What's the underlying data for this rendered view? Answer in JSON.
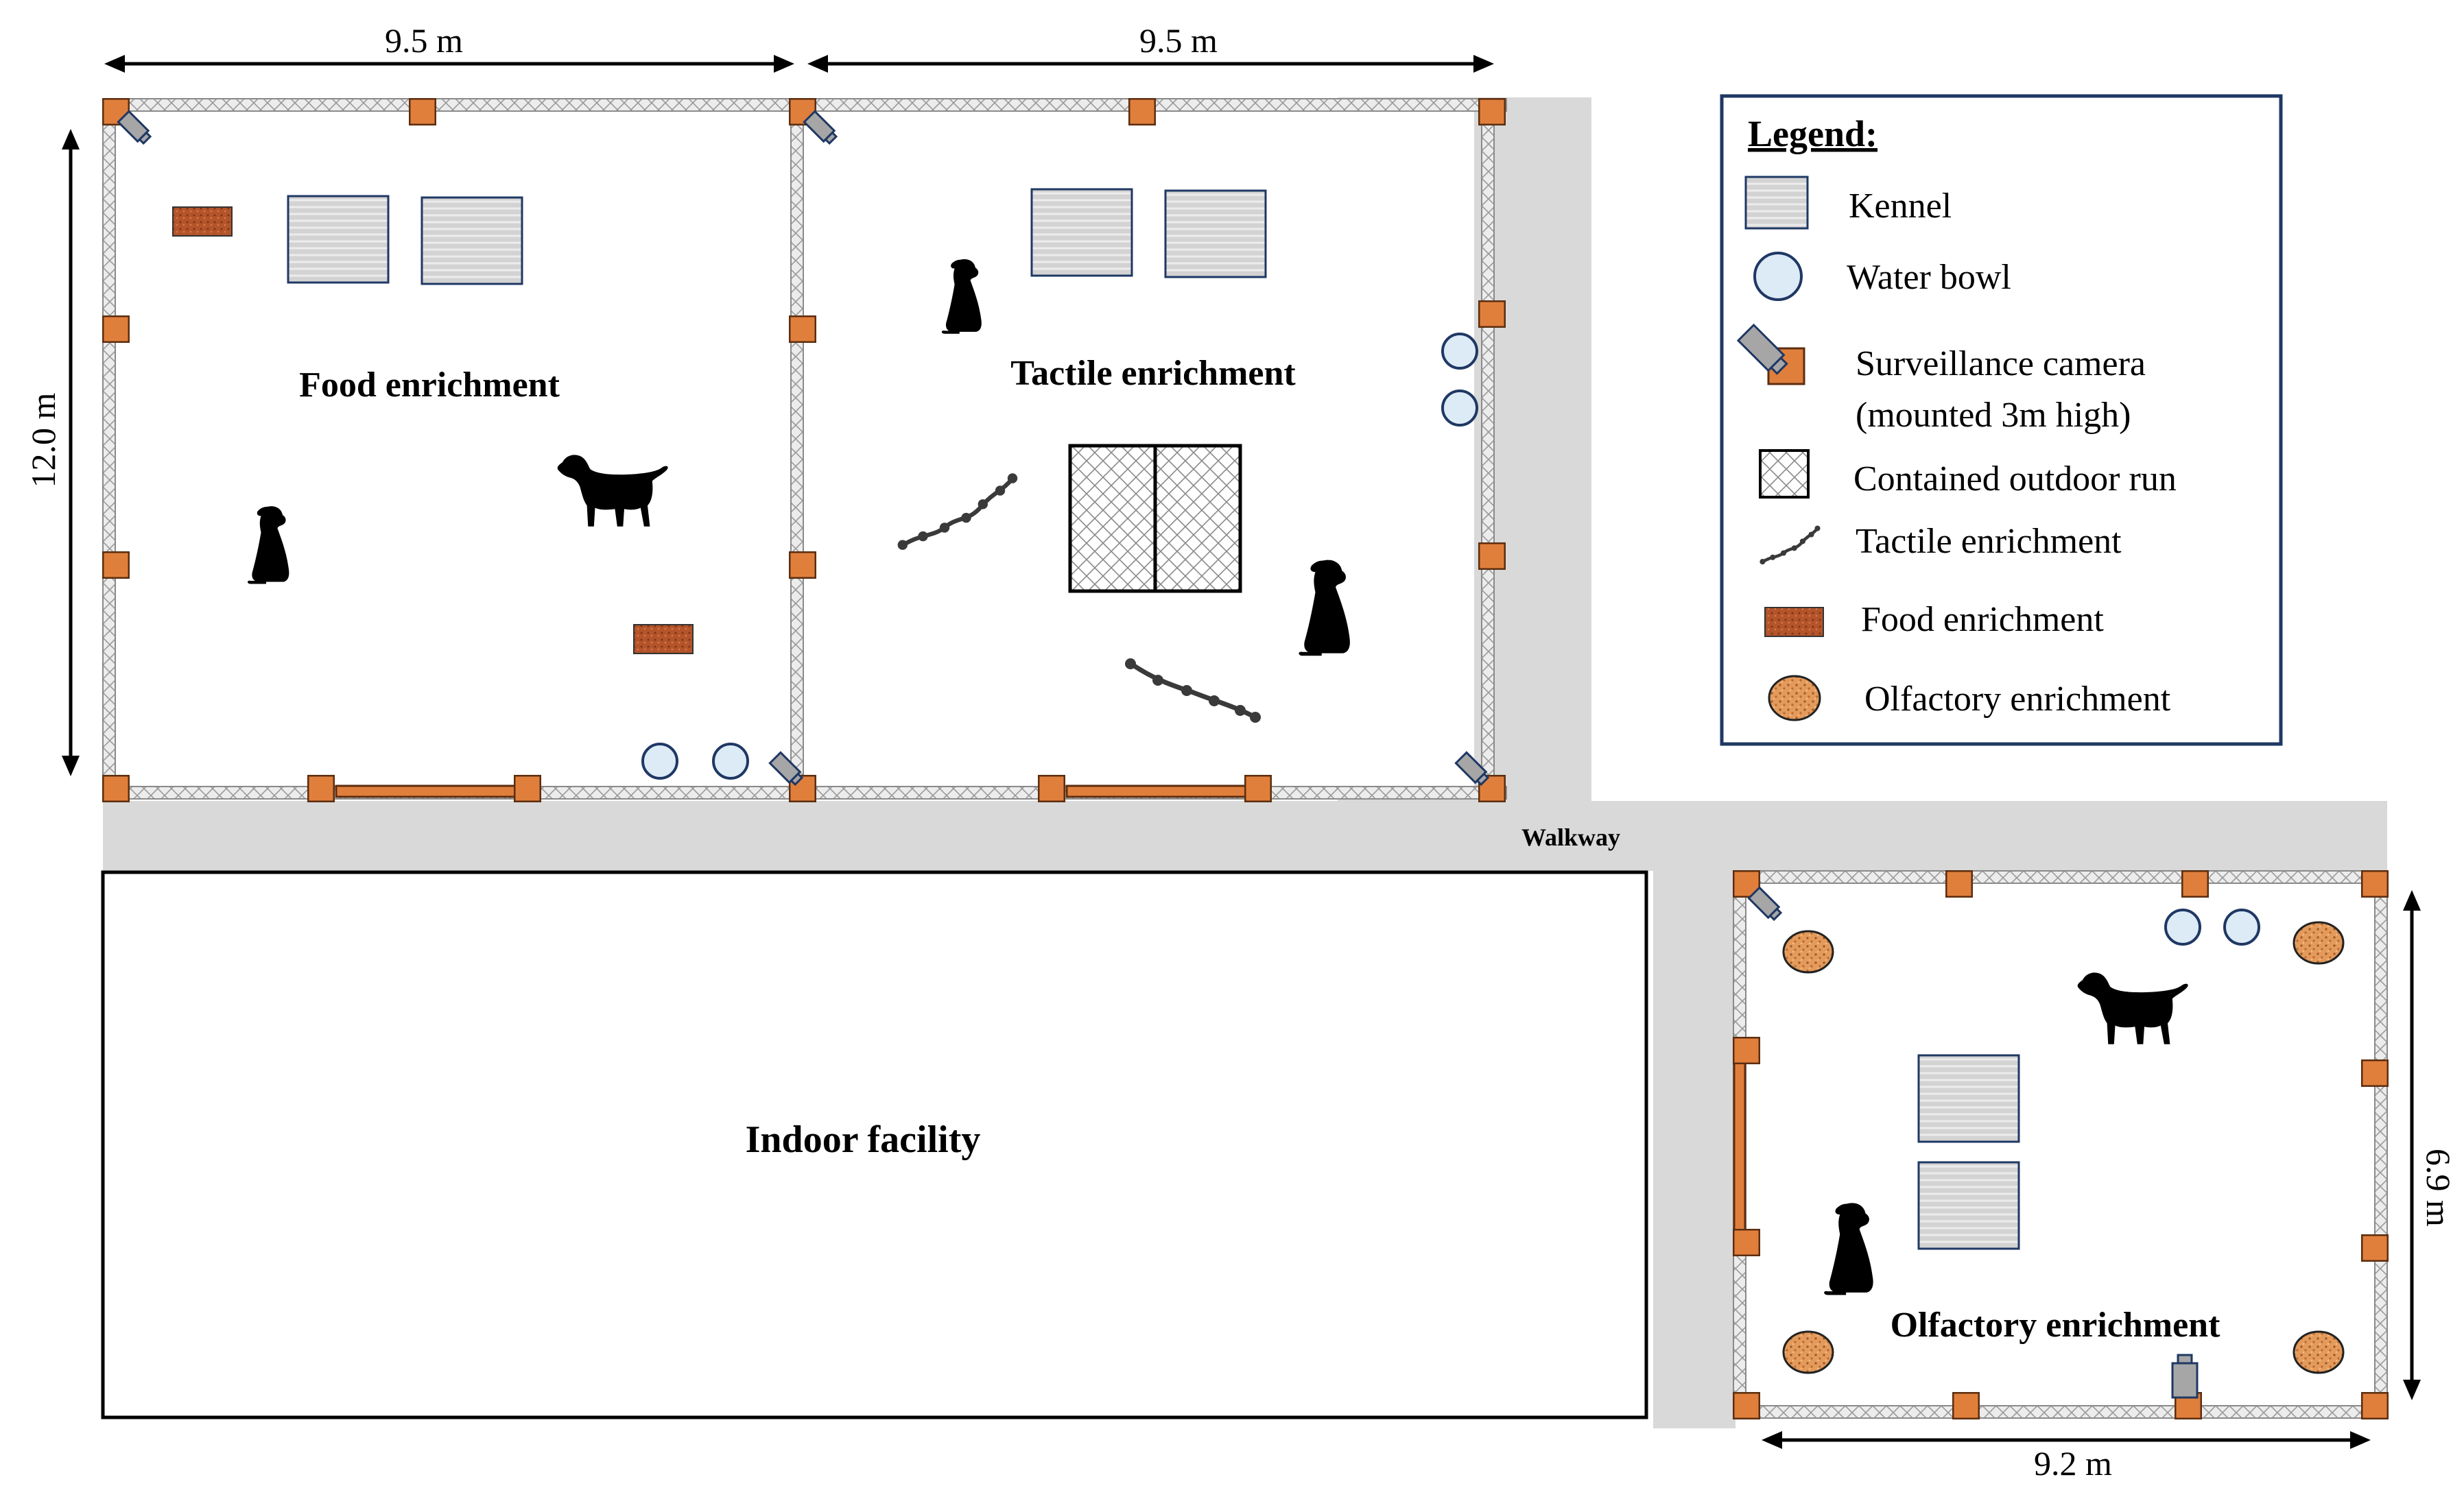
{
  "dimensions": {
    "food_width": "9.5 m",
    "tactile_width": "9.5 m",
    "height": "12.0 m",
    "olfactory_height": "6.9 m",
    "olfactory_width": "9.2 m"
  },
  "areas": {
    "food": "Food enrichment",
    "tactile": "Tactile enrichment",
    "olfactory": "Olfactory enrichment",
    "indoor": "Indoor facility",
    "walkway": "Walkway"
  },
  "legend": {
    "title": "Legend:",
    "items": [
      {
        "label": "Kennel",
        "icon": "kennel-icon"
      },
      {
        "label": "Water bowl",
        "icon": "water-bowl-icon"
      },
      {
        "label": "Surveillance camera",
        "label2": "(mounted 3m high)",
        "icon": "camera-icon"
      },
      {
        "label": "Contained outdoor run",
        "icon": "outdoor-run-icon"
      },
      {
        "label": "Tactile enrichment",
        "icon": "rope-icon"
      },
      {
        "label": "Food enrichment",
        "icon": "food-block-icon"
      },
      {
        "label": "Olfactory enrichment",
        "icon": "olfactory-pad-icon"
      }
    ]
  },
  "colors": {
    "post": "#E07F3C",
    "fence": "#D9D9D9",
    "walkway": "#D9D9D9",
    "kennel": "#D0D0D0",
    "water": "#DDEBF7",
    "food": "#B1532A",
    "olfactory": "#E29A5A",
    "legend_border": "#1F3864"
  }
}
